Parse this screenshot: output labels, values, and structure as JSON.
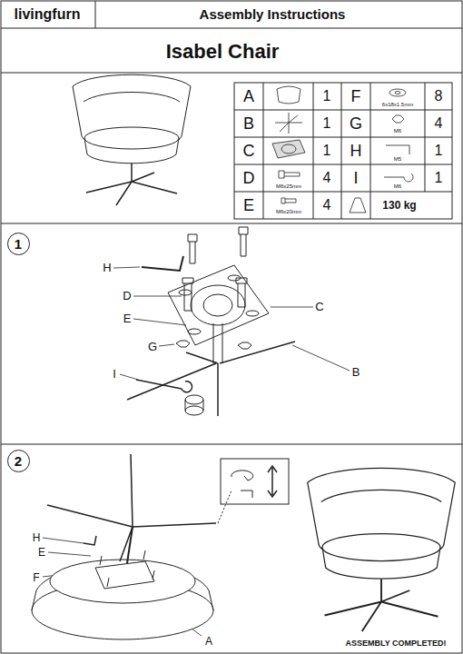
{
  "diagram": {
    "title": "Isabel Chair",
    "nodes": [
      {
        "text": [
          "1"
        ]
      },
      {
        "text": [
          "2"
        ]
      }
    ],
    "labels": [
      "livingfurn",
      "Assembly Instructions",
      "A",
      "1",
      "F",
      "6x18x1.5mm",
      "8",
      "B",
      "1",
      "G",
      "M6",
      "4",
      "C",
      "1",
      "H",
      "M5",
      "1",
      "D",
      "M6x25mm",
      "4",
      "I",
      "M6",
      "1",
      "E",
      "M6x20mm",
      "4",
      "130 kg",
      "H",
      "D",
      "E",
      "C",
      "G",
      "B",
      "I",
      "H",
      "E",
      "F",
      "A",
      "ASSEMBLY COMPLETED!"
    ]
  }
}
